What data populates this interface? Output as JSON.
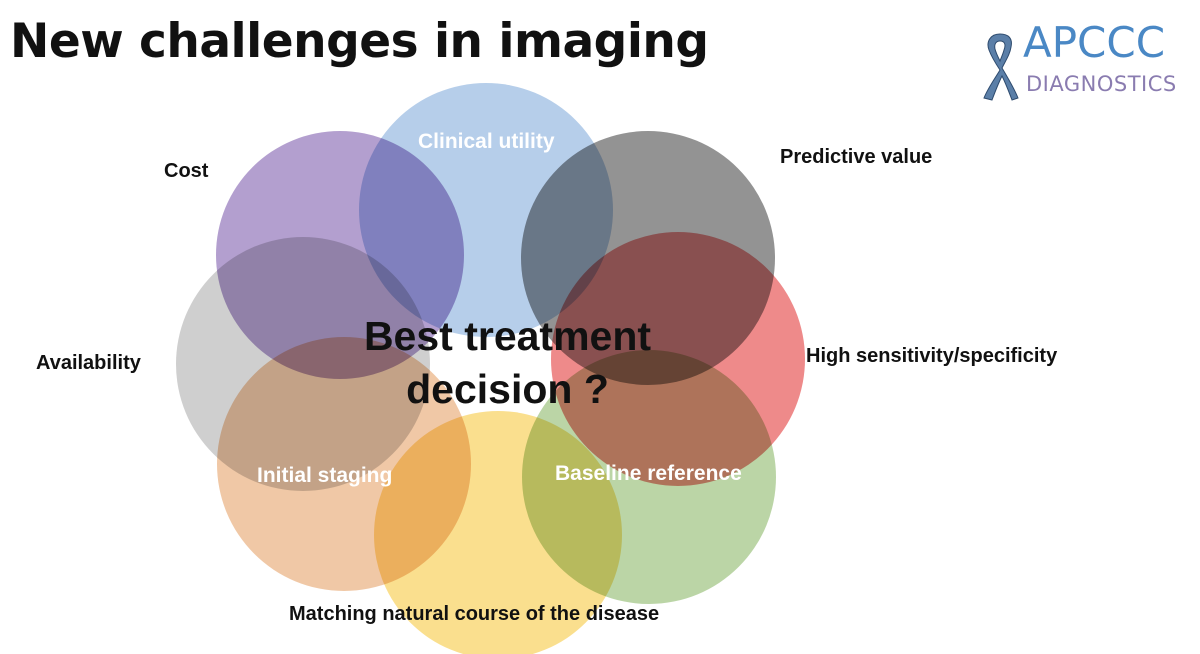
{
  "title": "New challenges in imaging",
  "logo": {
    "line1": "APCCC",
    "line2": "DIAGNOSTICS",
    "icon": "awareness-ribbon-icon"
  },
  "center": {
    "line1": "Best treatment",
    "line2": "decision ?"
  },
  "factors": [
    {
      "label": "Clinical utility",
      "color": "#7aa6d8"
    },
    {
      "label": "Predictive value",
      "color": "#3a3a3a"
    },
    {
      "label": "High sensitivity/specificity",
      "color": "#e02a2a"
    },
    {
      "label": "Baseline reference",
      "color": "#84b35c"
    },
    {
      "label": "Matching natural course of the disease",
      "color": "#f5c531"
    },
    {
      "label": "Initial staging",
      "color": "#e49a5c"
    },
    {
      "label": "Availability",
      "color": "#a8a8a8"
    },
    {
      "label": "Cost",
      "color": "#7551a8"
    }
  ]
}
